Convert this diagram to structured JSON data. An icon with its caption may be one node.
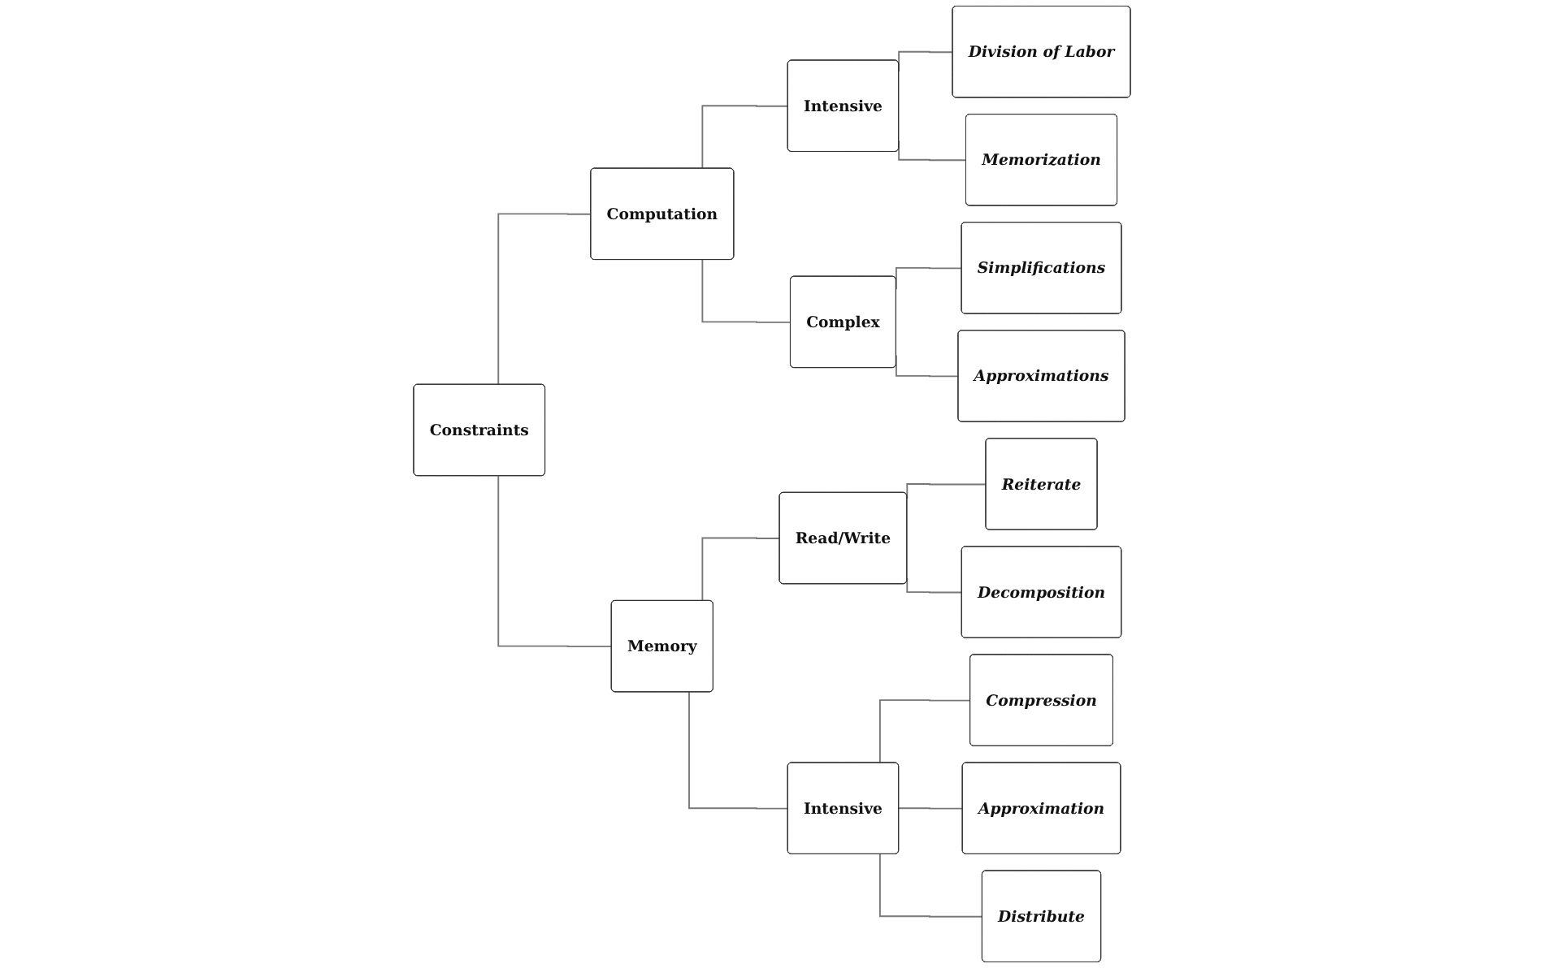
{
  "diagram": {
    "nodes": [
      {
        "text": [
          "Constraints"
        ]
      },
      {
        "text": [
          "Computation"
        ]
      },
      {
        "text": [
          "Intensive"
        ]
      },
      {
        "text": [
          "Division of Labor"
        ]
      },
      {
        "text": [
          "Memorization"
        ]
      },
      {
        "text": [
          "Complex"
        ]
      },
      {
        "text": [
          "Simplifications"
        ]
      },
      {
        "text": [
          "Approximations"
        ]
      },
      {
        "text": [
          "Memory"
        ]
      },
      {
        "text": [
          "Read/Write"
        ]
      },
      {
        "text": [
          "Reiterate"
        ]
      },
      {
        "text": [
          "Decomposition"
        ]
      },
      {
        "text": [
          "Intensive"
        ]
      },
      {
        "text": [
          "Compression"
        ]
      },
      {
        "text": [
          "Approximation"
        ]
      },
      {
        "text": [
          "Distribute"
        ]
      }
    ],
    "edges": [
      {
        "from": 0,
        "to": 1,
        "arrow": "none"
      },
      {
        "from": 1,
        "to": 2,
        "arrow": "none"
      },
      {
        "from": 2,
        "to": 3,
        "arrow": "none"
      },
      {
        "from": 2,
        "to": 4,
        "arrow": "none"
      },
      {
        "from": 1,
        "to": 5,
        "arrow": "none"
      },
      {
        "from": 5,
        "to": 6,
        "arrow": "none"
      },
      {
        "from": 5,
        "to": 7,
        "arrow": "none"
      },
      {
        "from": 0,
        "to": 8,
        "arrow": "none"
      },
      {
        "from": 8,
        "to": 9,
        "arrow": "none"
      },
      {
        "from": 9,
        "to": 10,
        "arrow": "none"
      },
      {
        "from": 9,
        "to": 11,
        "arrow": "none"
      },
      {
        "from": 8,
        "to": 12,
        "arrow": "none"
      },
      {
        "from": 12,
        "to": 13,
        "arrow": "none"
      },
      {
        "from": 12,
        "to": 14,
        "arrow": "none"
      },
      {
        "from": 12,
        "to": 15,
        "arrow": "none"
      }
    ]
  }
}
